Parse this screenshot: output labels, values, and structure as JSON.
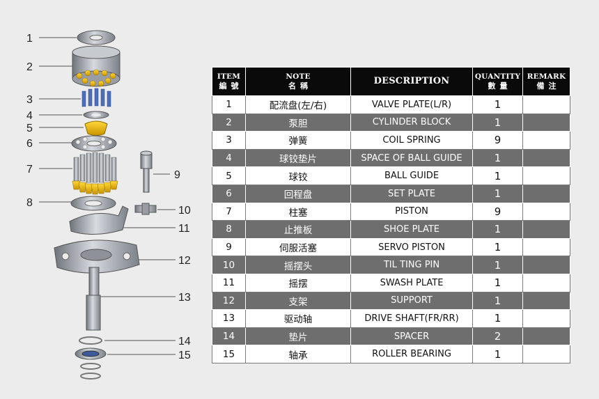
{
  "table": {
    "headers": [
      {
        "en": "ITEM",
        "zh": "編號"
      },
      {
        "en": "NOTE",
        "zh": "名稱"
      },
      {
        "en": "DESCRIPTION",
        "zh": ""
      },
      {
        "en": "QUANTITY",
        "zh": "數量"
      },
      {
        "en": "REMARK",
        "zh": "備注"
      }
    ],
    "rows": [
      {
        "item": "1",
        "note": "配流盘(左/右)",
        "desc": "VALVE PLATE(L/R)",
        "qty": "1",
        "remark": ""
      },
      {
        "item": "2",
        "note": "泵胆",
        "desc": "CYLINDER BLOCK",
        "qty": "1",
        "remark": ""
      },
      {
        "item": "3",
        "note": "弹簧",
        "desc": "COIL SPRING",
        "qty": "9",
        "remark": ""
      },
      {
        "item": "4",
        "note": "球铰垫片",
        "desc": "SPACE OF BALL GUIDE",
        "qty": "1",
        "remark": ""
      },
      {
        "item": "5",
        "note": "球铰",
        "desc": "BALL GUIDE",
        "qty": "1",
        "remark": ""
      },
      {
        "item": "6",
        "note": "回程盘",
        "desc": "SET PLATE",
        "qty": "1",
        "remark": ""
      },
      {
        "item": "7",
        "note": "柱塞",
        "desc": "PISTON",
        "qty": "9",
        "remark": ""
      },
      {
        "item": "8",
        "note": "止推板",
        "desc": "SHOE PLATE",
        "qty": "1",
        "remark": ""
      },
      {
        "item": "9",
        "note": "伺服活塞",
        "desc": "SERVO PISTON",
        "qty": "1",
        "remark": ""
      },
      {
        "item": "10",
        "note": "摇摆头",
        "desc": "TIL TING PIN",
        "qty": "1",
        "remark": ""
      },
      {
        "item": "11",
        "note": "摇摆",
        "desc": "SWASH PLATE",
        "qty": "1",
        "remark": ""
      },
      {
        "item": "12",
        "note": "支架",
        "desc": "SUPPORT",
        "qty": "1",
        "remark": ""
      },
      {
        "item": "13",
        "note": "驱动轴",
        "desc": "DRIVE SHAFT(FR/RR)",
        "qty": "1",
        "remark": ""
      },
      {
        "item": "14",
        "note": "垫片",
        "desc": "SPACER",
        "qty": "2",
        "remark": ""
      },
      {
        "item": "15",
        "note": "轴承",
        "desc": "ROLLER BEARING",
        "qty": "1",
        "remark": ""
      }
    ]
  },
  "callouts": [
    "1",
    "2",
    "3",
    "4",
    "5",
    "6",
    "7",
    "8",
    "9",
    "10",
    "11",
    "12",
    "13",
    "14",
    "15"
  ],
  "colors": {
    "background": "#ececec",
    "header_bg": "#0a0a0a",
    "row_dark": "#6e6e6e",
    "row_light": "#ffffff",
    "part_metal": "#a9adb3",
    "part_gold": "#e8b400"
  }
}
